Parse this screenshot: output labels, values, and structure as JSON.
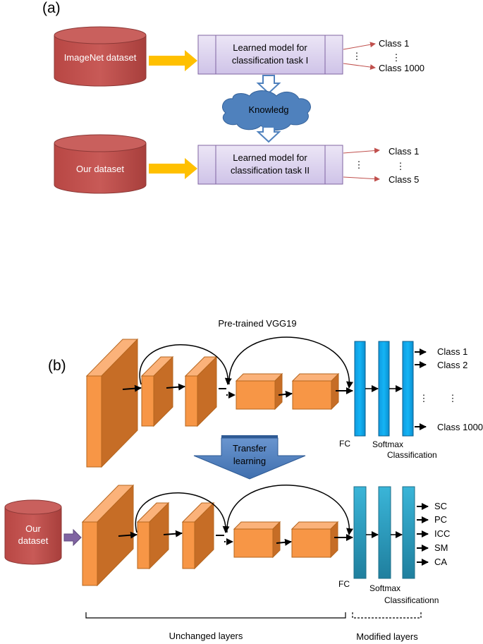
{
  "panel_a": {
    "panel_label": "(a)",
    "row1": {
      "dataset": "ImageNet dataset",
      "model_line1": "Learned model for",
      "model_line2": "classification task I",
      "outputs": [
        "Class 1",
        "Class 1000"
      ]
    },
    "knowledge": "Knowledg",
    "row2": {
      "dataset": "Our dataset",
      "model_line1": "Learned model for",
      "model_line2": "classification task II",
      "outputs": [
        "Class 1",
        "Class 5"
      ]
    },
    "dots": "⋮"
  },
  "panel_b": {
    "panel_label": "(b)",
    "title": "Pre-trained VGG19",
    "top_outputs": [
      "Class 1",
      "Class 2",
      "Class 1000"
    ],
    "fc_label": "FC",
    "softmax_label": "Softmax",
    "classification_label_top": "Classification",
    "transfer_line1": "Transfer",
    "transfer_line2": "learning",
    "dataset_line1": "Our",
    "dataset_line2": "dataset",
    "bottom_outputs": [
      "SC",
      "PC",
      "ICC",
      "SM",
      "CA"
    ],
    "classification_label_bottom": "Classificationn",
    "unchanged_label": "Unchanged layers",
    "modified_label": "Modified layers",
    "dots": "⋮"
  },
  "colors": {
    "cylinder_fill": "#c0504d",
    "cylinder_stroke": "#8c3836",
    "yellow_arrow": "#ffc000",
    "model_box_fill": "#dcd3ee",
    "model_box_stroke": "#8064a2",
    "class_arrow": "#c0504d",
    "cloud_fill": "#4f81bd",
    "layer_orange": "#f79646",
    "layer_top_fc": "#00b0f0",
    "layer_bottom_fc": "#31a6c9",
    "transfer_arrow": "#4f81bd",
    "input_arrow": "#8064a2"
  }
}
